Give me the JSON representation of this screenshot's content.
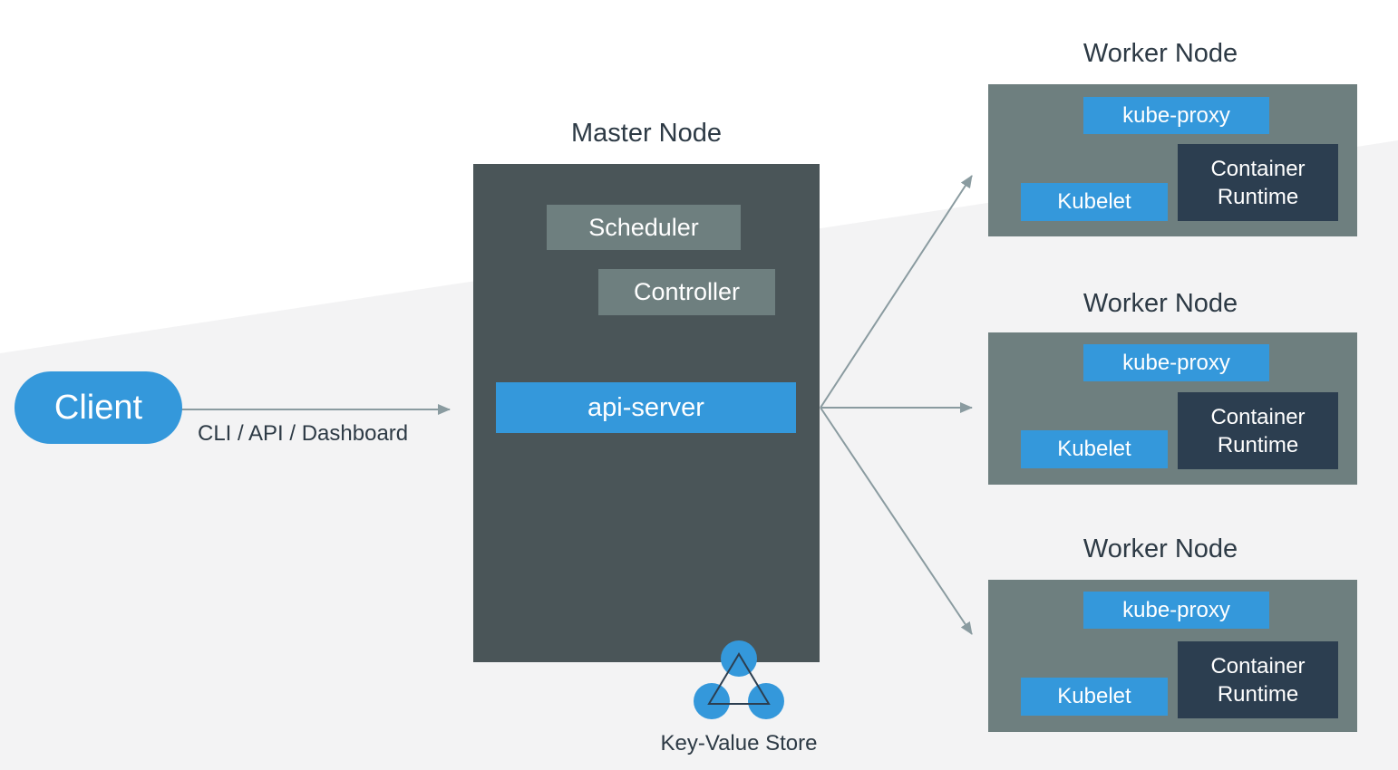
{
  "client": {
    "label": "Client"
  },
  "connection_label": "CLI / API / Dashboard",
  "master": {
    "title": "Master Node",
    "scheduler": "Scheduler",
    "controller": "Controller",
    "api_server": "api-server"
  },
  "kv_store": {
    "label": "Key-Value Store"
  },
  "workers": [
    {
      "title": "Worker Node",
      "kube_proxy": "kube-proxy",
      "kubelet": "Kubelet",
      "runtime_line1": "Container",
      "runtime_line2": "Runtime"
    },
    {
      "title": "Worker Node",
      "kube_proxy": "kube-proxy",
      "kubelet": "Kubelet",
      "runtime_line1": "Container",
      "runtime_line2": "Runtime"
    },
    {
      "title": "Worker Node",
      "kube_proxy": "kube-proxy",
      "kubelet": "Kubelet",
      "runtime_line1": "Container",
      "runtime_line2": "Runtime"
    }
  ],
  "colors": {
    "accent_blue": "#3498db",
    "master_bg": "#4a5558",
    "component_gray": "#6e7f7f",
    "runtime_dark": "#2c3e50",
    "arrow": "#8a9ba0",
    "background_band": "#f3f3f4"
  }
}
